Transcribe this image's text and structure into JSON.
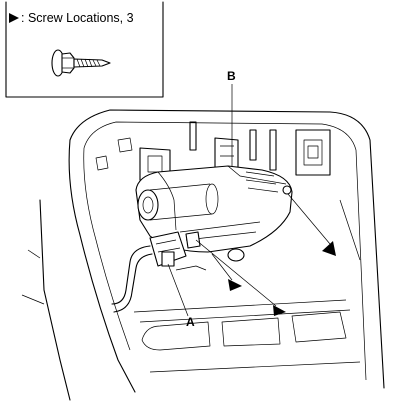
{
  "legend": {
    "text": ": Screw Locations, 3",
    "marker_icon": "triangle-arrow"
  },
  "callouts": {
    "a": "A",
    "b": "B"
  },
  "screw_marker_count": 3
}
